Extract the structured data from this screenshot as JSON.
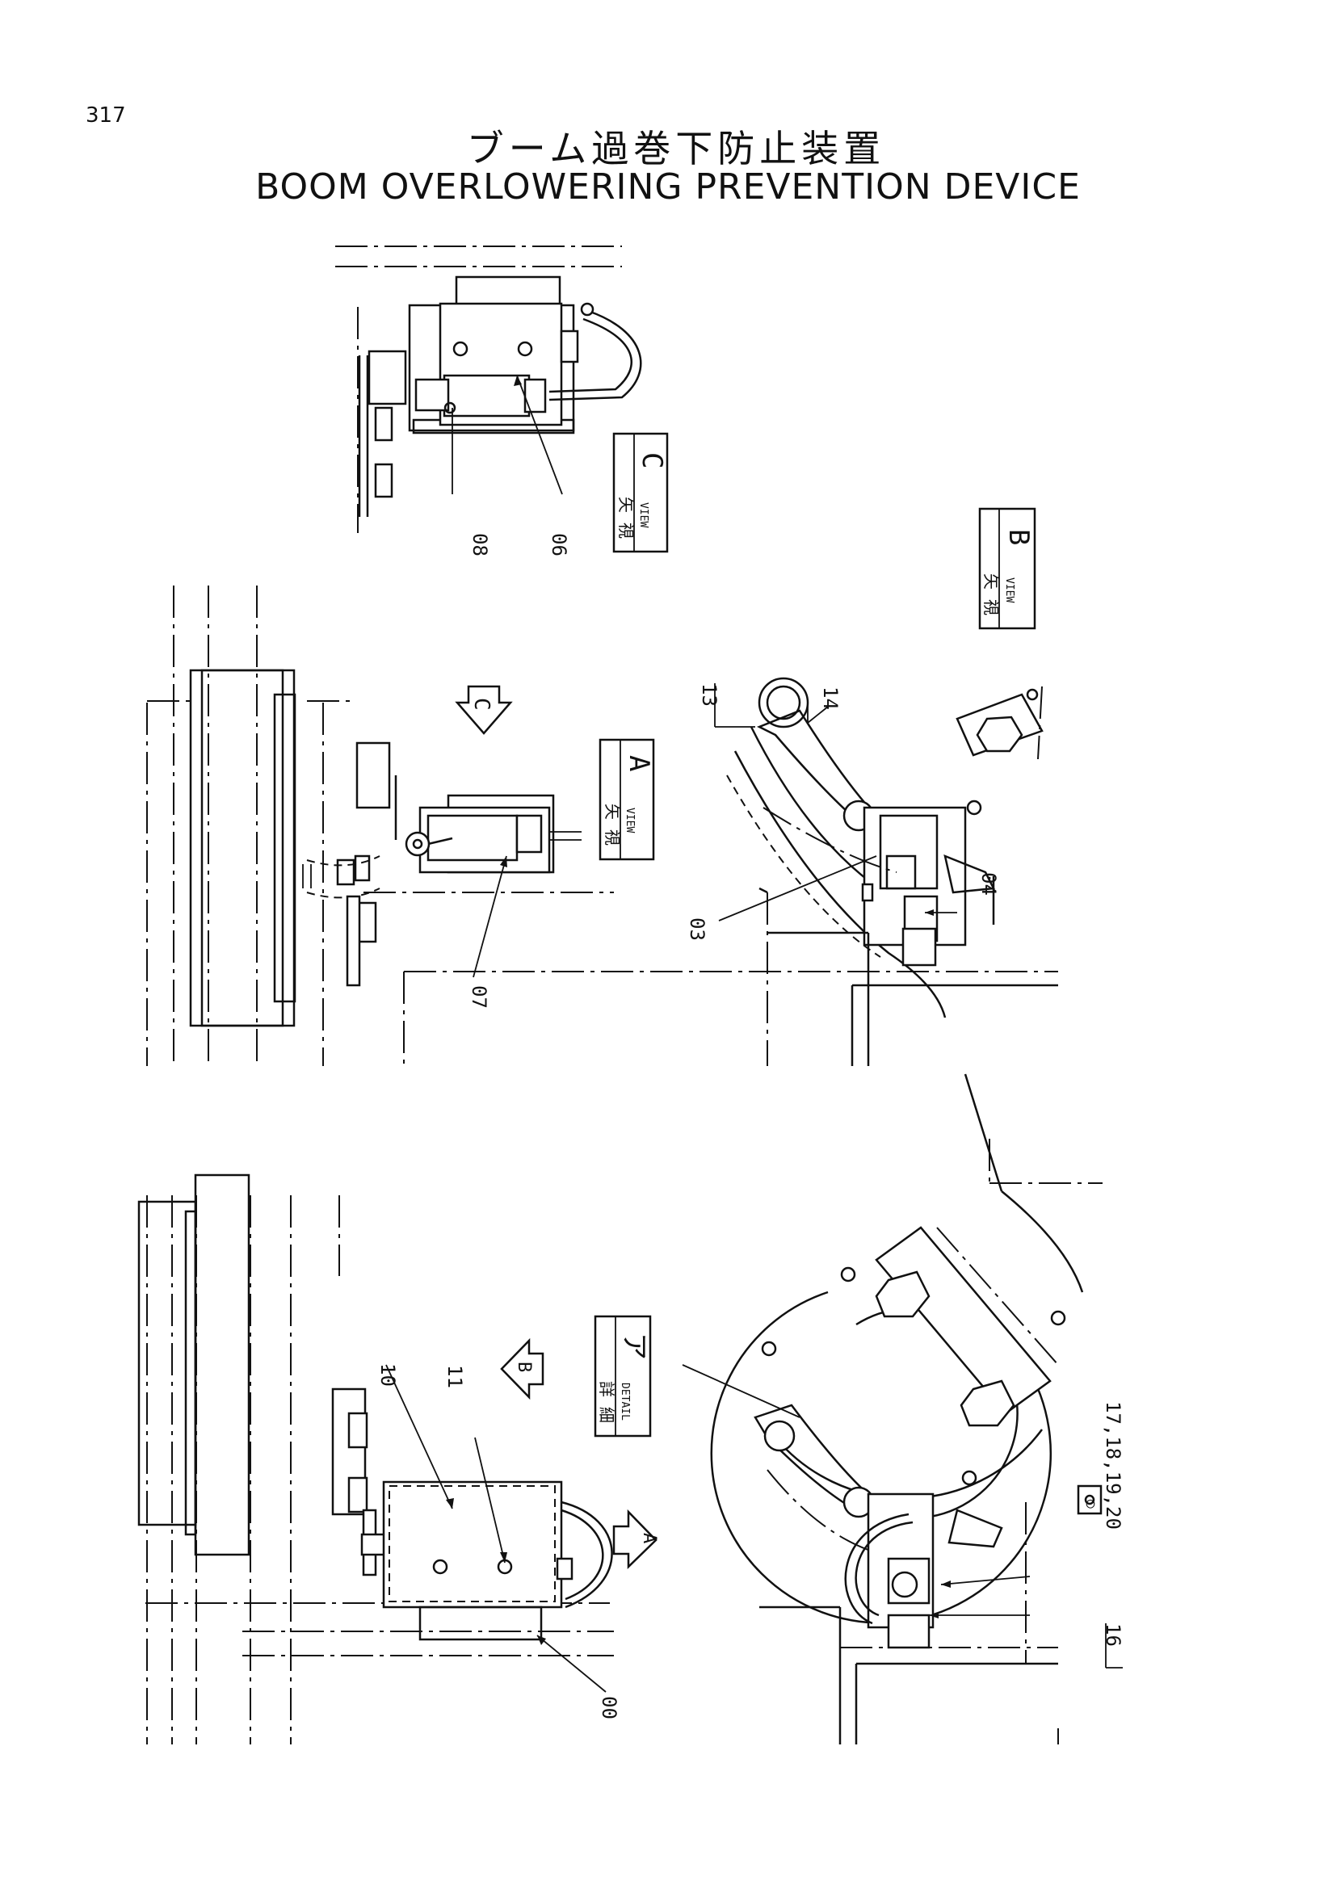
{
  "page": {
    "number": "317",
    "title_jp": "ブーム過巻下防止装置",
    "title_en": "BOOM OVERLOWERING PREVENTION DEVICE"
  },
  "view_boxes": {
    "view_c": {
      "kanji": "矢 視",
      "word": "VIEW",
      "letter": "C"
    },
    "view_a": {
      "kanji": "矢 視",
      "word": "VIEW",
      "letter": "A"
    },
    "view_b": {
      "kanji": "矢 視",
      "word": "VIEW",
      "letter": "B"
    },
    "detail_a": {
      "kanji": "詳 細",
      "word": "DETAIL",
      "letter": "ア"
    }
  },
  "view_arrows": {
    "c": "C",
    "b": "B",
    "a": "A"
  },
  "part_labels": {
    "p08": "08",
    "p06": "06",
    "p07": "07",
    "p13": "13",
    "p14": "14",
    "p03": "03",
    "p04": "04",
    "p10": "10",
    "p11": "11",
    "p00": "00",
    "p17_20": "17,18,19,20",
    "p16": "16"
  },
  "weld_symbol": "○"
}
